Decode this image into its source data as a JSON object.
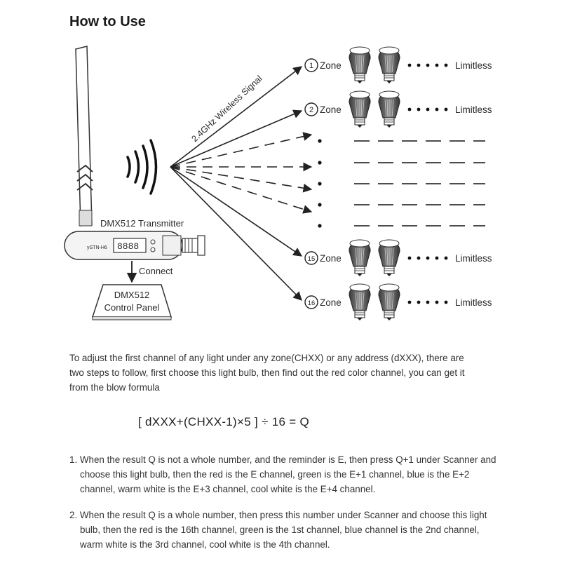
{
  "title": "How to Use",
  "diagram": {
    "signal_label": "2.4GHz Wireless Signal",
    "transmitter_label": "DMX512 Transmitter",
    "device_brand": "ySTN-H6",
    "device_display": "8888",
    "connect_label": "Connect",
    "panel_line1": "DMX512",
    "panel_line2": "Control Panel",
    "zone_word": "Zone",
    "limitless_label": "Limitless",
    "zones": [
      {
        "number": "1",
        "label": "Zone",
        "limit": "Limitless"
      },
      {
        "number": "2",
        "label": "Zone",
        "limit": "Limitless"
      },
      {
        "number": "15",
        "label": "Zone",
        "limit": "Limitless"
      },
      {
        "number": "16",
        "label": "Zone",
        "limit": "Limitless"
      }
    ]
  },
  "text": {
    "intro": "To adjust the first channel of any light under any zone(CHXX) or any address (dXXX), there are two steps to follow, first choose this light bulb, then find out the red color channel, you can get it from the blow formula",
    "formula": "[ dXXX+(CHXX-1)×5 ]  ÷  16  =  Q",
    "step1": "1. When the result Q is not a whole number, and the reminder is E, then press Q+1 under Scanner and choose this light bulb, then the red is the E channel, green is the E+1 channel, blue is the E+2 channel, warm white is the E+3 channel, cool white is the E+4 channel.",
    "step2": "2. When the result Q is a whole number, then press this number under Scanner and choose this light bulb, then the red is the 16th channel, green is the 1st   channel, blue channel is the 2nd channel, warm white is the 3rd channel, cool white is the 4th channel."
  }
}
